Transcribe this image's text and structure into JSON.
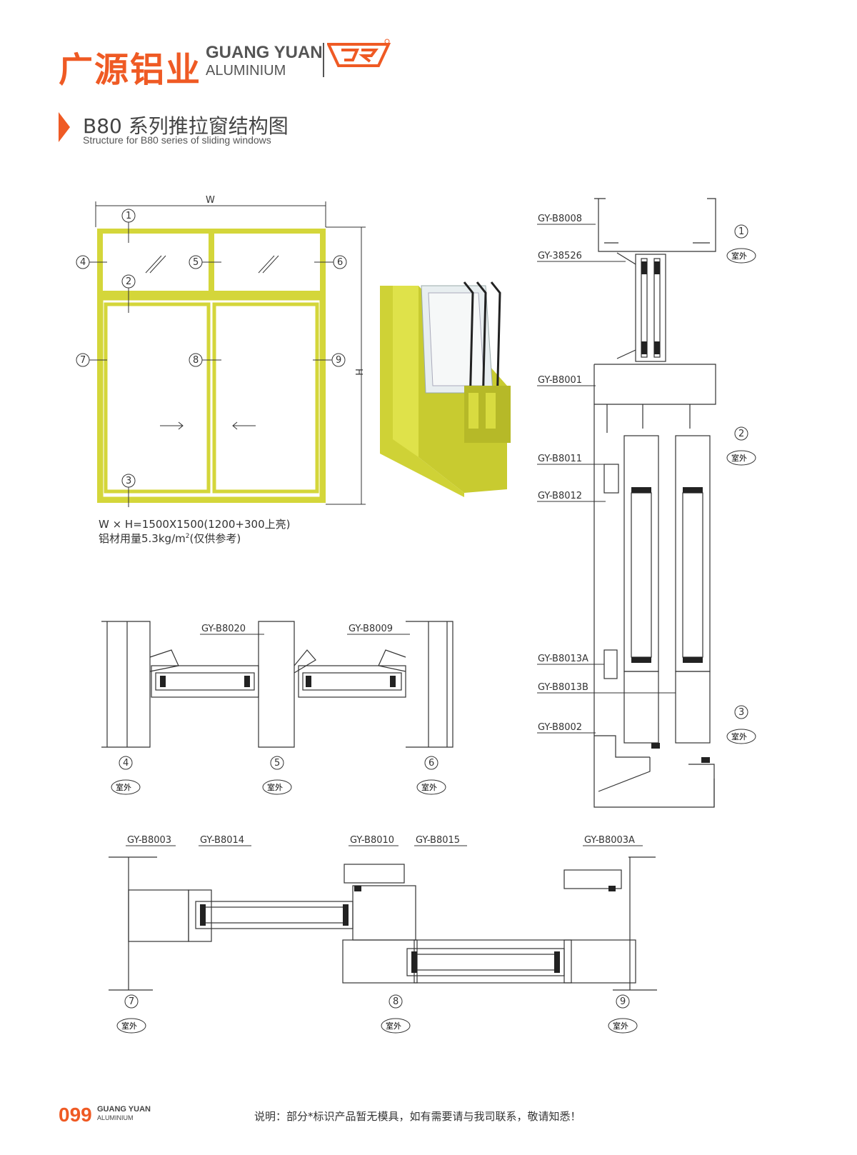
{
  "brand": {
    "name_cn": "广源铝业",
    "name_en_line1": "GUANG YUAN",
    "name_en_line2": "ALUMINIUM",
    "accent_color": "#ef5a24"
  },
  "header": {
    "title_cn": "B80 系列推拉窗结构图",
    "title_en": "Structure for B80 series of sliding windows"
  },
  "elevation": {
    "width_label": "W",
    "height_label": "H",
    "markers": [
      "1",
      "2",
      "3",
      "4",
      "5",
      "6",
      "7",
      "8",
      "9"
    ],
    "spec_line1": "W × H=1500X1500(1200+300上亮)",
    "spec_line2_prefix": "铝材用量5.3kg/m",
    "spec_line2_sup": "2",
    "spec_line2_suffix": "(仅供参考)",
    "frame_color": "#d4d63a"
  },
  "vertical_section": {
    "labels": [
      "GY-B8008",
      "GY-38526",
      "GY-B8001",
      "GY-B8011",
      "GY-B8012",
      "GY-B8013A",
      "GY-B8013B",
      "GY-B8002"
    ],
    "markers": [
      "1",
      "2",
      "3"
    ],
    "outside_label": "室外"
  },
  "transom_section": {
    "labels": [
      "GY-B8020",
      "GY-B8009"
    ],
    "markers": [
      "4",
      "5",
      "6"
    ],
    "outside_label": "室外"
  },
  "sash_section": {
    "labels": [
      "GY-B8003",
      "GY-B8014",
      "GY-B8010",
      "GY-B8015",
      "GY-B8003A"
    ],
    "markers": [
      "7",
      "8",
      "9"
    ],
    "outside_label": "室外"
  },
  "footer": {
    "page_number": "099",
    "brand_line1": "GUANG YUAN",
    "brand_line2": "ALUMINIUM",
    "note": "说明：部分*标识产品暂无模具，如有需要请与我司联系，敬请知悉！"
  }
}
